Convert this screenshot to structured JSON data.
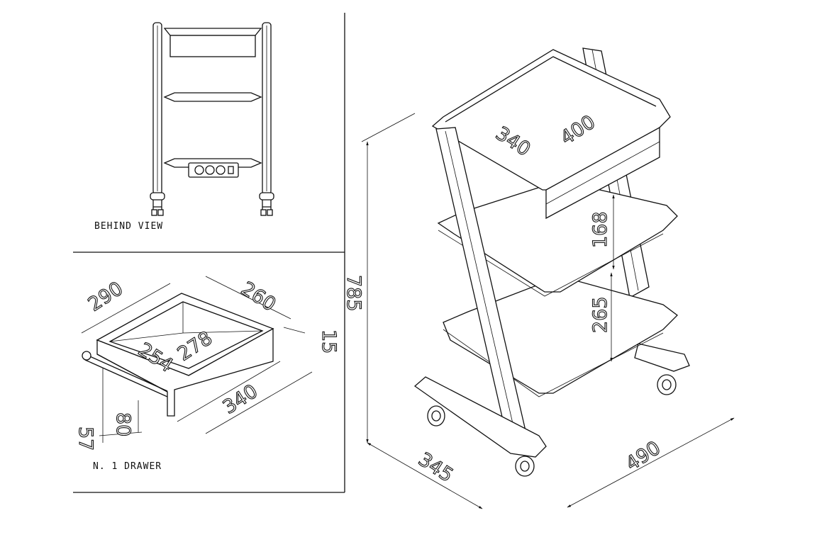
{
  "views": {
    "behind": {
      "caption": "BEHIND VIEW"
    },
    "drawer": {
      "caption": "N. 1 DRAWER",
      "dims": {
        "width": "290",
        "depth": "260",
        "rim": "15",
        "inner_w": "254",
        "inner_d": "278",
        "length": "340",
        "height": "80",
        "handle": "57"
      }
    },
    "cart": {
      "dims": {
        "top_w": "340",
        "top_d": "400",
        "drawer_gap": "168",
        "shelf_gap": "265",
        "height": "785",
        "base_w": "345",
        "base_d": "490"
      }
    }
  },
  "colors": {
    "line": "#111111",
    "background": "#ffffff"
  }
}
